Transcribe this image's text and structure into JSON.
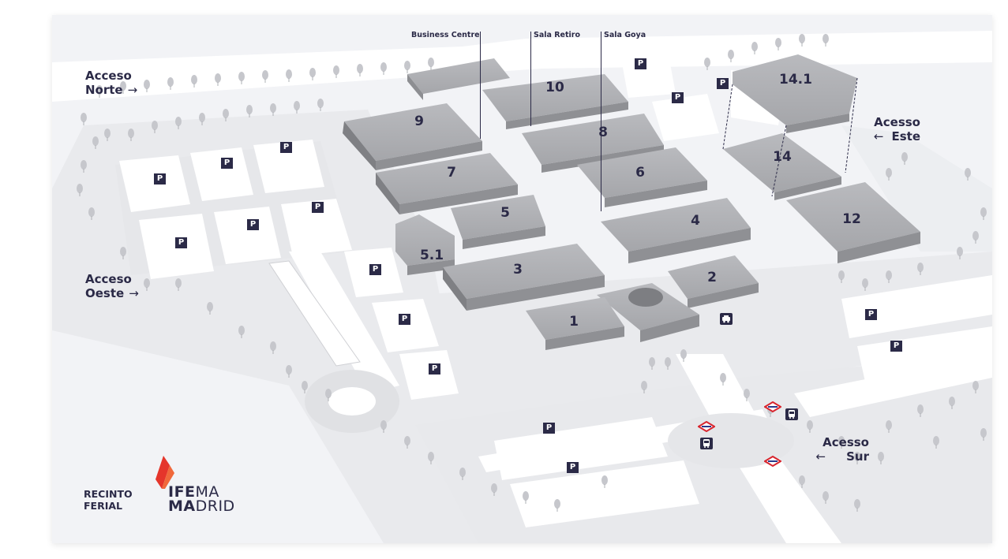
{
  "halls": [
    {
      "id": "hall-9",
      "label": "9"
    },
    {
      "id": "hall-10",
      "label": "10"
    },
    {
      "id": "hall-8",
      "label": "8"
    },
    {
      "id": "hall-7",
      "label": "7"
    },
    {
      "id": "hall-6",
      "label": "6"
    },
    {
      "id": "hall-5",
      "label": "5"
    },
    {
      "id": "hall-5-1",
      "label": "5.1"
    },
    {
      "id": "hall-4",
      "label": "4"
    },
    {
      "id": "hall-3",
      "label": "3"
    },
    {
      "id": "hall-2",
      "label": "2"
    },
    {
      "id": "hall-1",
      "label": "1"
    },
    {
      "id": "hall-14-1",
      "label": "14.1"
    },
    {
      "id": "hall-14",
      "label": "14"
    },
    {
      "id": "hall-12",
      "label": "12"
    }
  ],
  "top_labels": {
    "business_centre": "Business Centre",
    "sala_retiro": "Sala Retiro",
    "sala_goya": "Sala Goya"
  },
  "access": {
    "norte": {
      "line1": "Acceso",
      "line2": "Norte",
      "arrow": "→"
    },
    "oeste": {
      "line1": "Acceso",
      "line2": "Oeste",
      "arrow": "→"
    },
    "este": {
      "line1": "Acesso",
      "line2": "Este",
      "arrow": "←"
    },
    "sur": {
      "line1": "Acesso",
      "line2": "Sur",
      "arrow": "←"
    }
  },
  "parking_label": "P",
  "logo": {
    "line1": "RECINTO",
    "line2": "FERIAL",
    "brand_top_bold": "IFE",
    "brand_top_rest": "MA",
    "brand_bottom_bold": "MA",
    "brand_bottom_rest": "DRID"
  },
  "icons": {
    "bus": "bus-icon",
    "taxi": "taxi-icon",
    "metro": "metro-icon",
    "parking": "parking-icon"
  },
  "colors": {
    "ink": "#2b2a47",
    "building": "#a9aaae",
    "building_top": "#b7b8bc",
    "background": "#f2f3f6",
    "metro_red": "#d8262f",
    "logo_red": "#e5352b"
  }
}
